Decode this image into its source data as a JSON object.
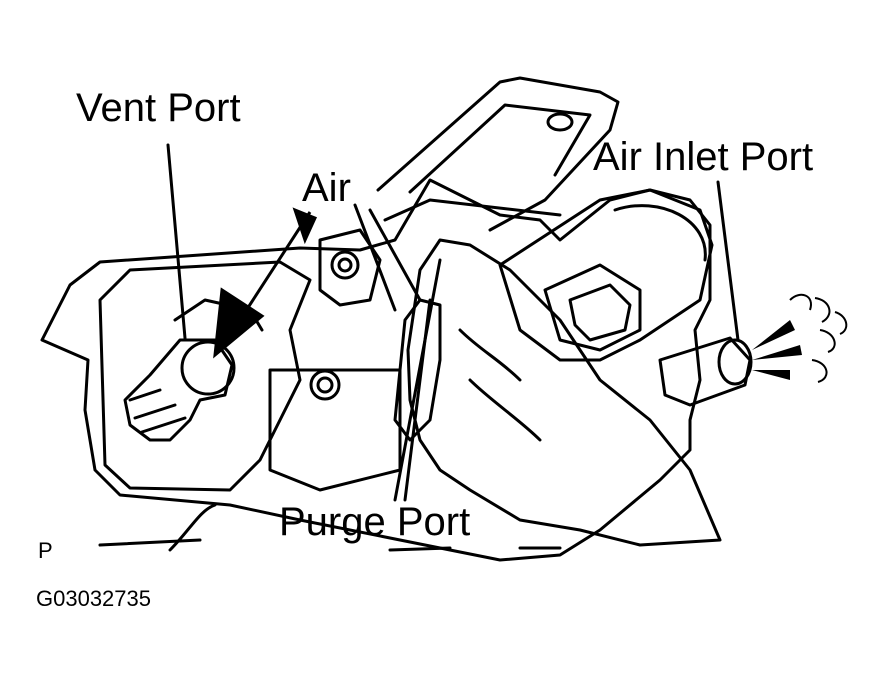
{
  "labels": {
    "vent_port": "Vent Port",
    "air": "Air",
    "air_inlet_port": "Air Inlet Port",
    "purge_port": "Purge Port",
    "view_letter": "P",
    "figure_code": "G03032735"
  },
  "colors": {
    "ink": "#000000",
    "paper": "#ffffff"
  }
}
